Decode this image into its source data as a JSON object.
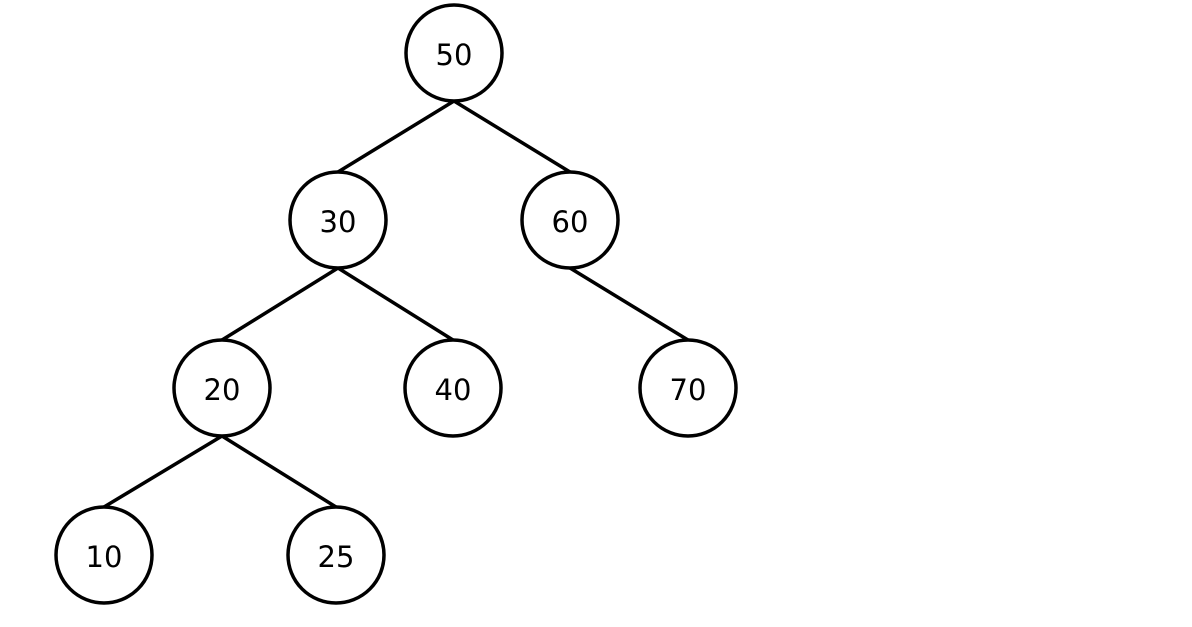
{
  "tree": {
    "nodes": [
      {
        "id": "n50",
        "label": "50"
      },
      {
        "id": "n30",
        "label": "30"
      },
      {
        "id": "n60",
        "label": "60"
      },
      {
        "id": "n20",
        "label": "20"
      },
      {
        "id": "n40",
        "label": "40"
      },
      {
        "id": "n70",
        "label": "70"
      },
      {
        "id": "n10",
        "label": "10"
      },
      {
        "id": "n25",
        "label": "25"
      }
    ],
    "edges": [
      {
        "from": "n50",
        "to": "n30"
      },
      {
        "from": "n50",
        "to": "n60"
      },
      {
        "from": "n30",
        "to": "n20"
      },
      {
        "from": "n30",
        "to": "n40"
      },
      {
        "from": "n60",
        "to": "n70"
      },
      {
        "from": "n20",
        "to": "n10"
      },
      {
        "from": "n20",
        "to": "n25"
      }
    ]
  }
}
